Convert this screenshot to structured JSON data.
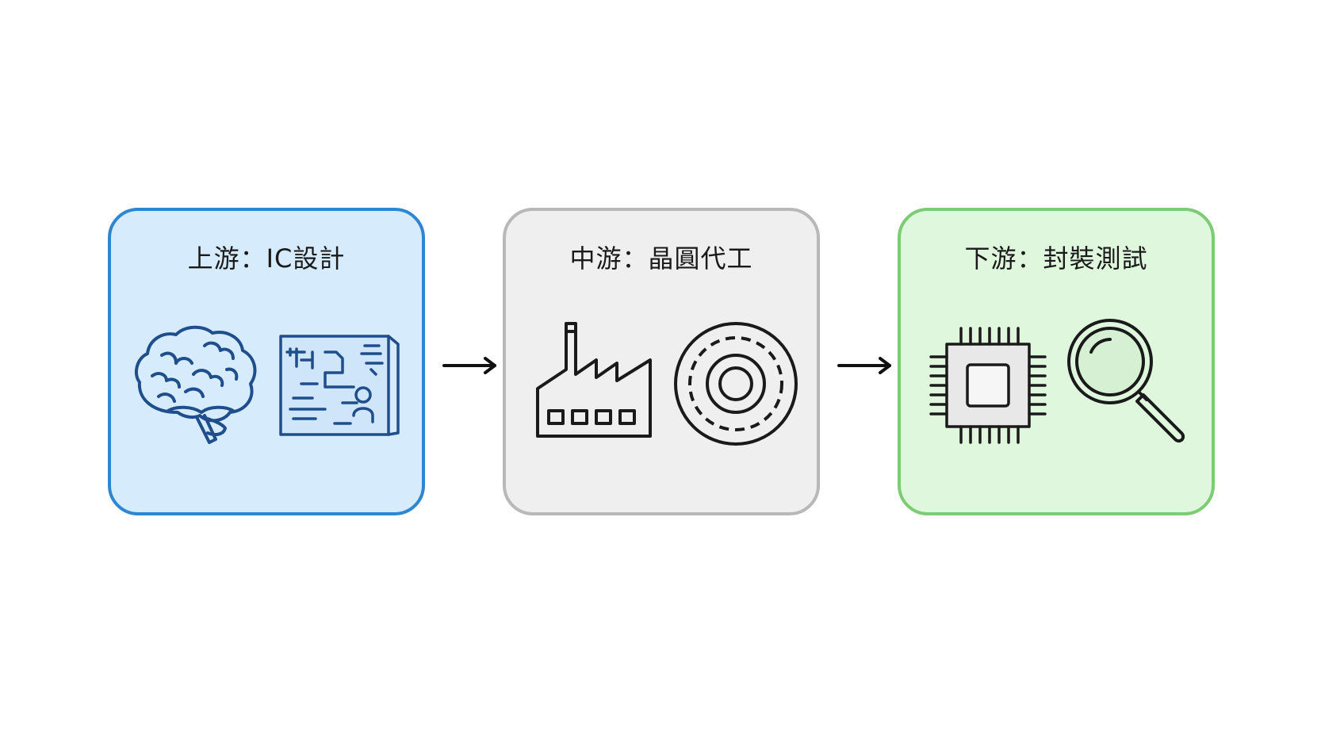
{
  "stages": [
    {
      "title": "上游：IC設計",
      "icons": [
        "brain-icon",
        "circuit-blueprint-icon"
      ],
      "fill": "#d6ebfb",
      "border": "#2f86d0",
      "stroke": "#1f4e8c"
    },
    {
      "title": "中游：晶圓代工",
      "icons": [
        "factory-icon",
        "wafer-icon"
      ],
      "fill": "#efefef",
      "border": "#b8b8b8",
      "stroke": "#1a1a1a"
    },
    {
      "title": "下游：封裝測試",
      "icons": [
        "chip-icon",
        "magnifier-icon"
      ],
      "fill": "#dff7dc",
      "border": "#7ccc74",
      "stroke": "#1a1a1a"
    }
  ],
  "connectors": [
    "arrow-right-icon",
    "arrow-right-icon"
  ]
}
